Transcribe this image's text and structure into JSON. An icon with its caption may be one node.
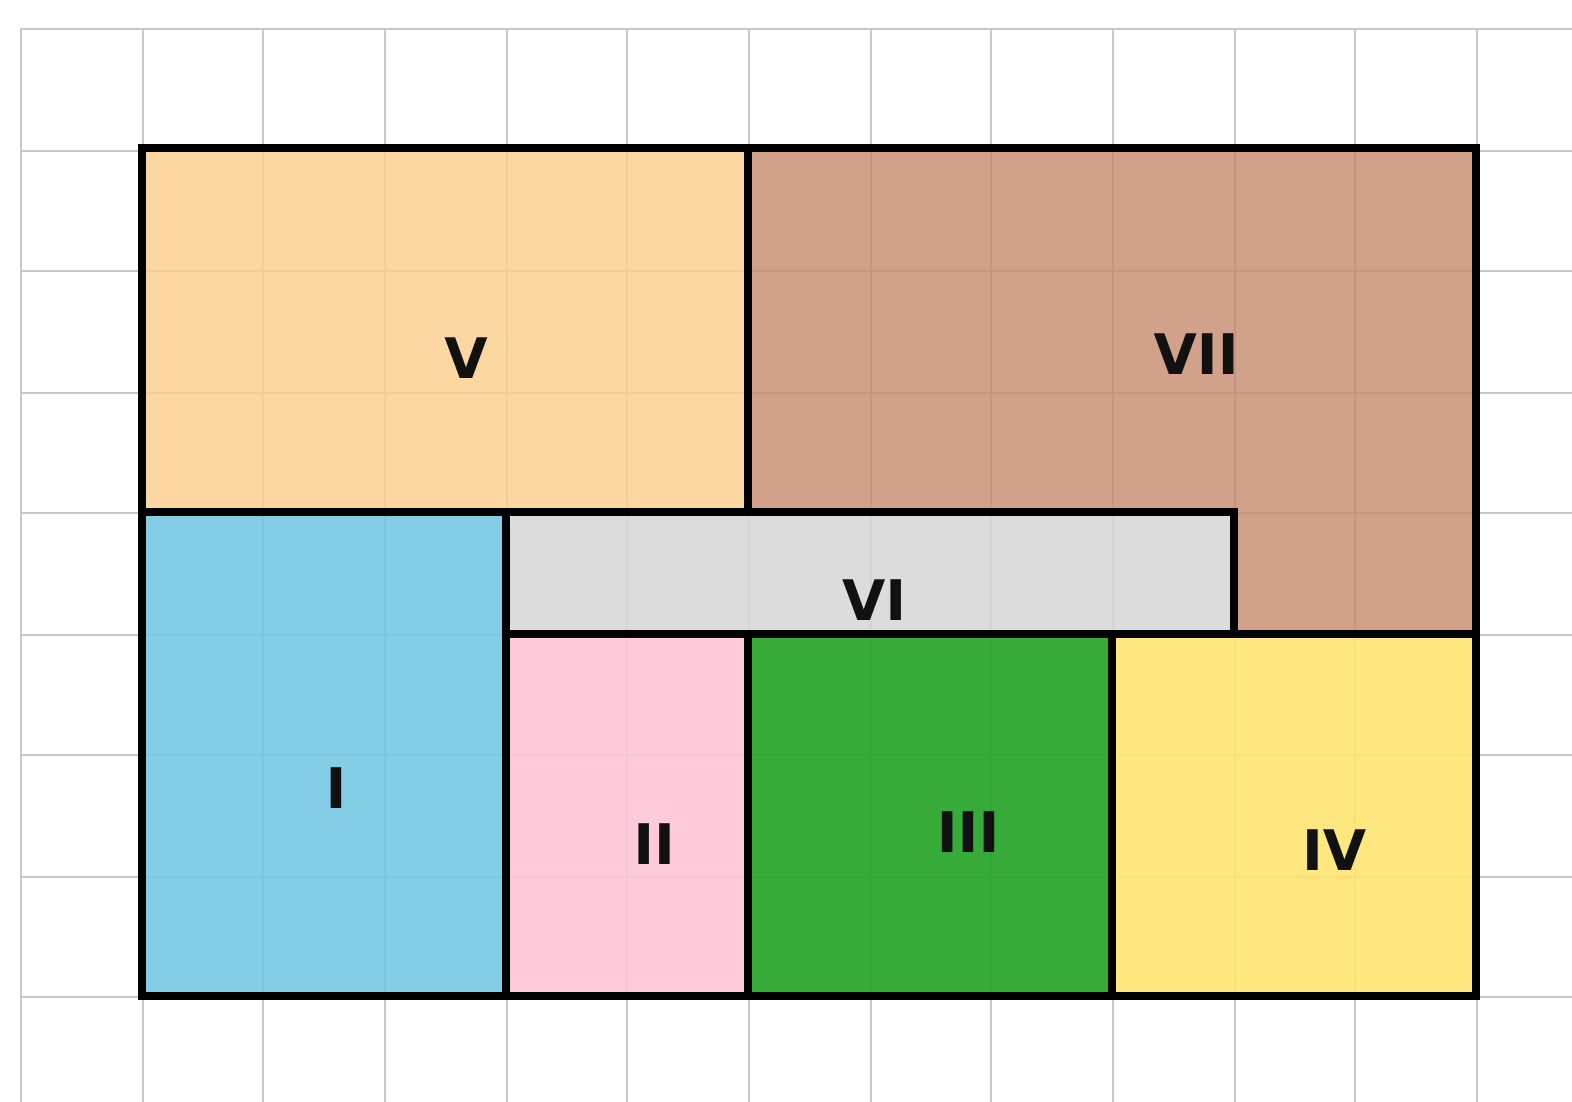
{
  "diagram": {
    "nodes": [
      {
        "text": [
          "V"
        ]
      },
      {
        "text": [
          "VII"
        ]
      },
      {
        "text": [
          "VI"
        ]
      },
      {
        "text": [
          "I"
        ]
      },
      {
        "text": [
          "II"
        ]
      },
      {
        "text": [
          "III"
        ]
      },
      {
        "text": [
          "IV"
        ]
      }
    ]
  }
}
